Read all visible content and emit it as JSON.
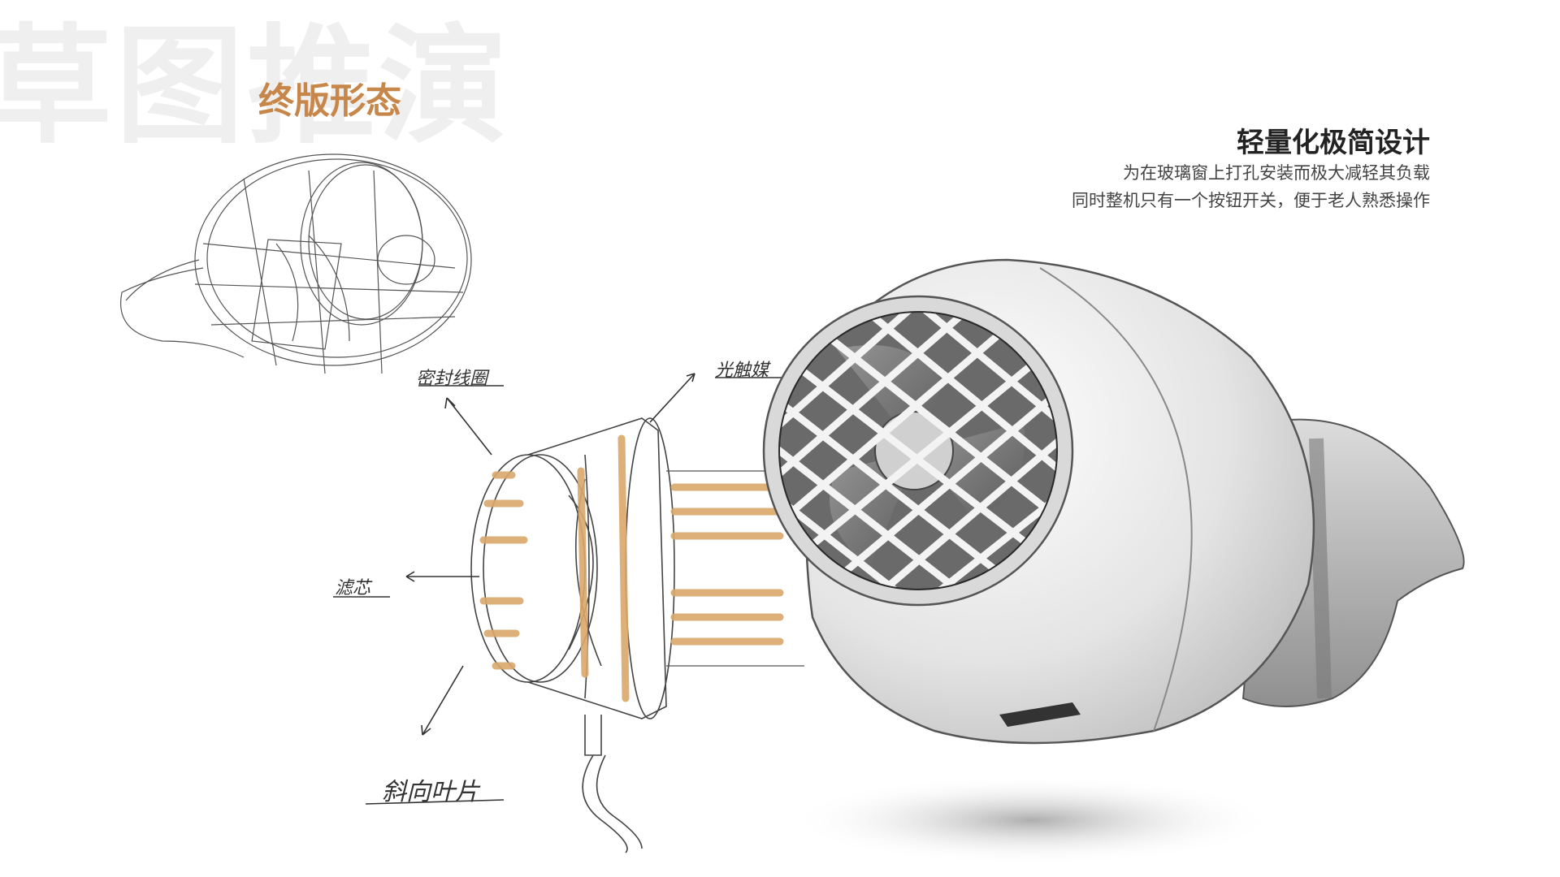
{
  "watermark_text": "草图推演",
  "section_title": "终版形态",
  "headline": "轻量化极简设计",
  "description": [
    "为在玻璃窗上打孔安装而极大减轻其负载",
    "同时整机只有一个按钮开关，便于老人熟悉操作"
  ],
  "annotations": {
    "outer_shell": "密封线圈",
    "light_strip": "光触媒",
    "filter": "滤芯",
    "blades": "斜向叶片"
  },
  "colors": {
    "accent": "#c8874a",
    "sketch_accent": "#d9a86a",
    "watermark": "#efefef",
    "text": "#222222"
  }
}
